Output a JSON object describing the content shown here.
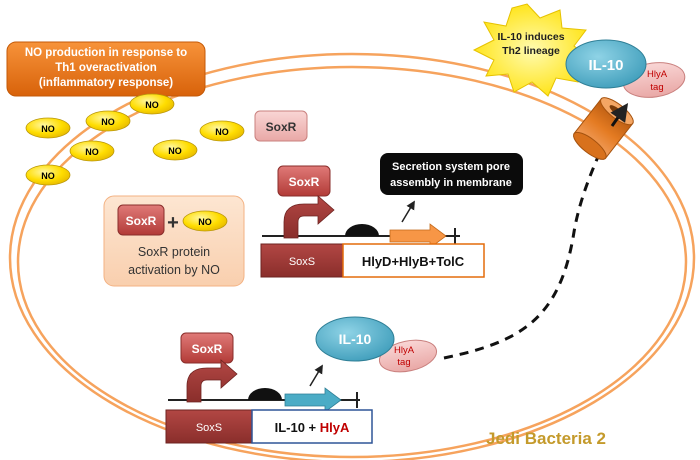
{
  "no_production": {
    "line1": "NO production in response to",
    "line2": "Th1 overactivation",
    "line3": "(inflammatory response)"
  },
  "no_molecule_label": "NO",
  "soxr_label": "SoxR",
  "soxr_activation": {
    "line1": "SoxR protein",
    "line2": "activation by NO"
  },
  "plus_sign": "+",
  "secretion_callout": {
    "line1": "Secretion system pore",
    "line2": "assembly in membrane"
  },
  "operon1": {
    "promoter": "SoxS",
    "genes": "HlyD+HlyB+TolC"
  },
  "operon2": {
    "promoter": "SoxS",
    "genes_prefix": "IL-10 + ",
    "genes_hly": "HlyA"
  },
  "il10_label": "IL-10",
  "hlya_tag": {
    "line1": "HlyA",
    "line2": "tag"
  },
  "starburst": {
    "line1": "IL-10 induces",
    "line2": "Th2 lineage"
  },
  "title": "Jedi Bacteria 2",
  "colors": {
    "orange": "#e46c0a",
    "membrane": "#f6a35d",
    "soxr_red": "#c0504d",
    "operon_red": "#953735",
    "oval_yellow": "#ffd400",
    "il10_blue": "#4bacc6",
    "hlya_pink": "#f2dcdb",
    "title_gold": "#c49a2b",
    "arrow_orange": "#f79646",
    "arrow_blue": "#4bacc6"
  }
}
